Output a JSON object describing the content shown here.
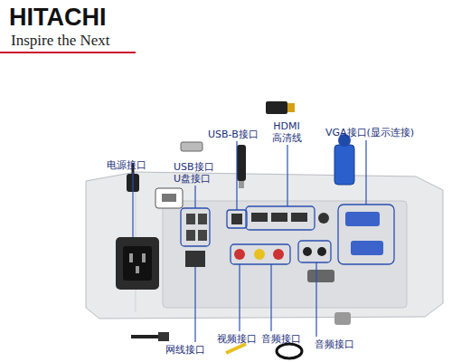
{
  "diagram": {
    "title": "HITACHI",
    "labels": [
      "Inspire the Next",
      "电源接口",
      "USB接口 U盘接口",
      "USB-B接口",
      "HDMI 高清线",
      "VGA接口(显示连接)",
      "网线接口",
      "视频接口",
      "音频接口",
      "音频接口"
    ]
  }
}
